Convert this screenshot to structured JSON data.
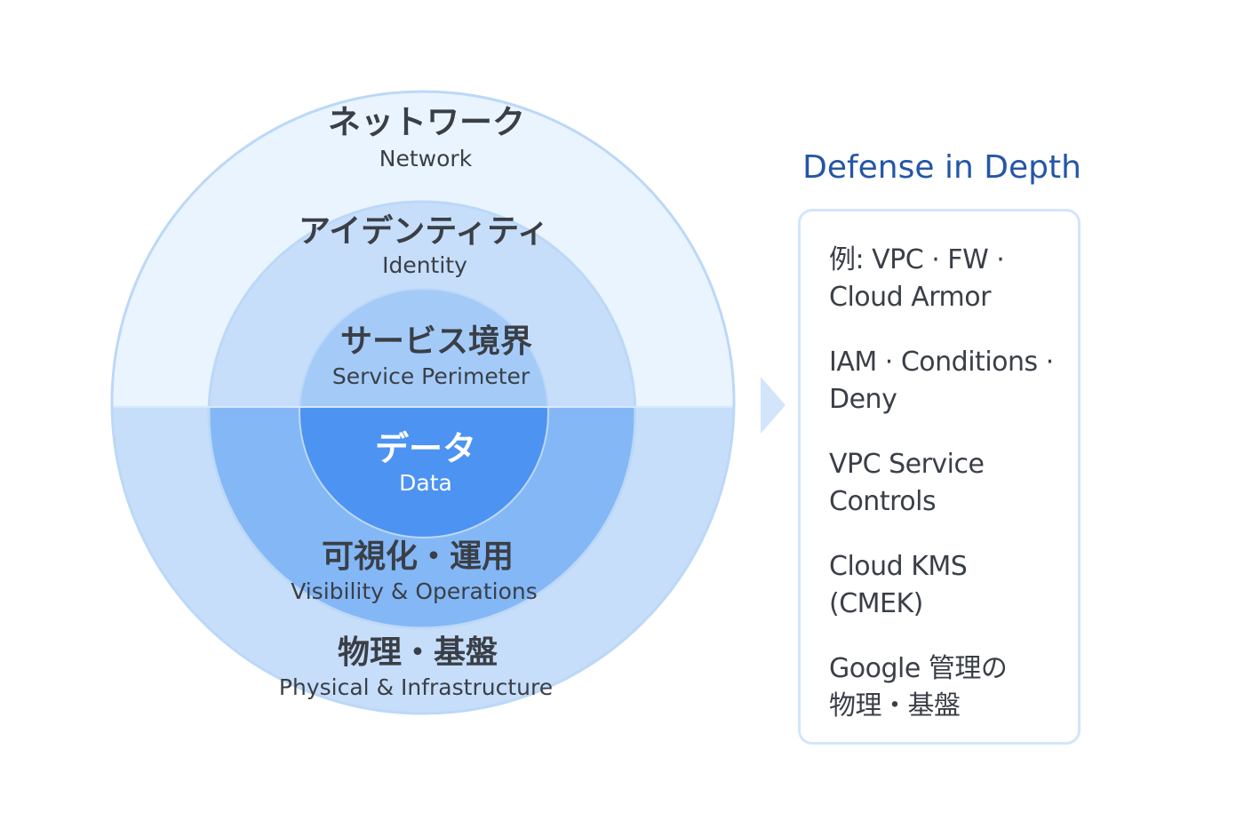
{
  "diagram": {
    "layers": [
      {
        "id": "network",
        "jp": "ネットワーク",
        "en": "Network"
      },
      {
        "id": "identity",
        "jp": "アイデンティティ",
        "en": "Identity"
      },
      {
        "id": "service_perimeter",
        "jp": "サービス境界",
        "en": "Service Perimeter"
      },
      {
        "id": "data",
        "jp": "データ",
        "en": "Data"
      },
      {
        "id": "visibility",
        "jp": "可視化・運用",
        "en": "Visibility & Operations"
      },
      {
        "id": "physical",
        "jp": "物理・基盤",
        "en": "Physical & Infrastructure"
      }
    ],
    "colors": {
      "outer_top": "#eaf4fe",
      "outer_bottom": "#c6def9",
      "ring2_top": "#c6def9",
      "ring2_bottom": "#84b7f5",
      "ring3_top": "#a4cbf8",
      "ring3_bottom": "#4d93f1",
      "stroke": "#bcd8f7",
      "arrow": "#d2e5fb"
    },
    "arrow_icon": "chevron-right-icon"
  },
  "panel": {
    "title": "Defense in Depth",
    "title_color": "#2456a8",
    "items": [
      {
        "lines": [
          "例: VPC · FW ·",
          "Cloud Armor"
        ]
      },
      {
        "lines": [
          "IAM · Conditions ·",
          "Deny"
        ]
      },
      {
        "lines": [
          "VPC Service",
          "Controls"
        ]
      },
      {
        "lines": [
          "Cloud KMS",
          "(CMEK)"
        ]
      },
      {
        "lines": [
          "Google 管理の",
          "物理・基盤"
        ]
      }
    ]
  }
}
